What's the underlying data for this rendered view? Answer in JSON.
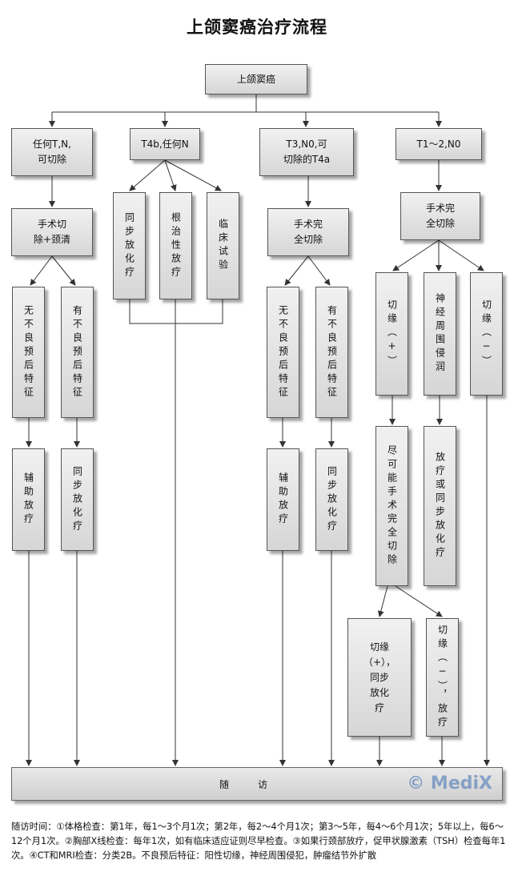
{
  "title": "上颌窦癌治疗流程",
  "nodes": {
    "root": "上颌窦癌",
    "c1": "任何T,N,\n可切除",
    "c2": "T4b,任何N",
    "c3": "T3,N0,可\n切除的T4a",
    "c4": "T1～2,N0",
    "c1_surg": "手术切\n除+颈清",
    "c1_no_adv": "无不良预后特征",
    "c1_adv": "有不良预后特征",
    "c1_adj": "辅助放疗",
    "c1_chemo": "同步放化疗",
    "c2_a": "同步放化疗",
    "c2_b": "根治性放疗",
    "c2_c": "临床试验",
    "c3_surg": "手术完\n全切除",
    "c3_no_adv": "无不良预后特征",
    "c3_adv": "有不良预后特征",
    "c3_adj": "辅助放疗",
    "c3_chemo": "同步放化疗",
    "c4_surg": "手术完\n全切除",
    "c4_pos": "切缘（+）",
    "c4_nerve": "神经周围侵润",
    "c4_neg": "切缘（−）",
    "c4_resect": "尽可能手术完全切除",
    "c4_rt": "放疗或同步放化疗",
    "c4_pos2": "切缘\n（+），\n同步\n放化\n疗",
    "c4_neg2": "切缘（−），放疗"
  },
  "footer_label": "随访",
  "watermark": "© MediX",
  "note": "随访时间：①体格检查：第1年，每1～3个月1次；第2年，每2～4个月1次；第3～5年，每4～6个月1次；5年以上，每6～12个月1次。②胸部X线检查：每年1次，如有临床适应证则尽早检查。③如果行颈部放疗，促甲状腺激素（TSH）检查每年1次。④CT和MRI检查：分类2B。不良预后特征：阳性切缘，神经周围侵犯，肿瘤结节外扩散"
}
